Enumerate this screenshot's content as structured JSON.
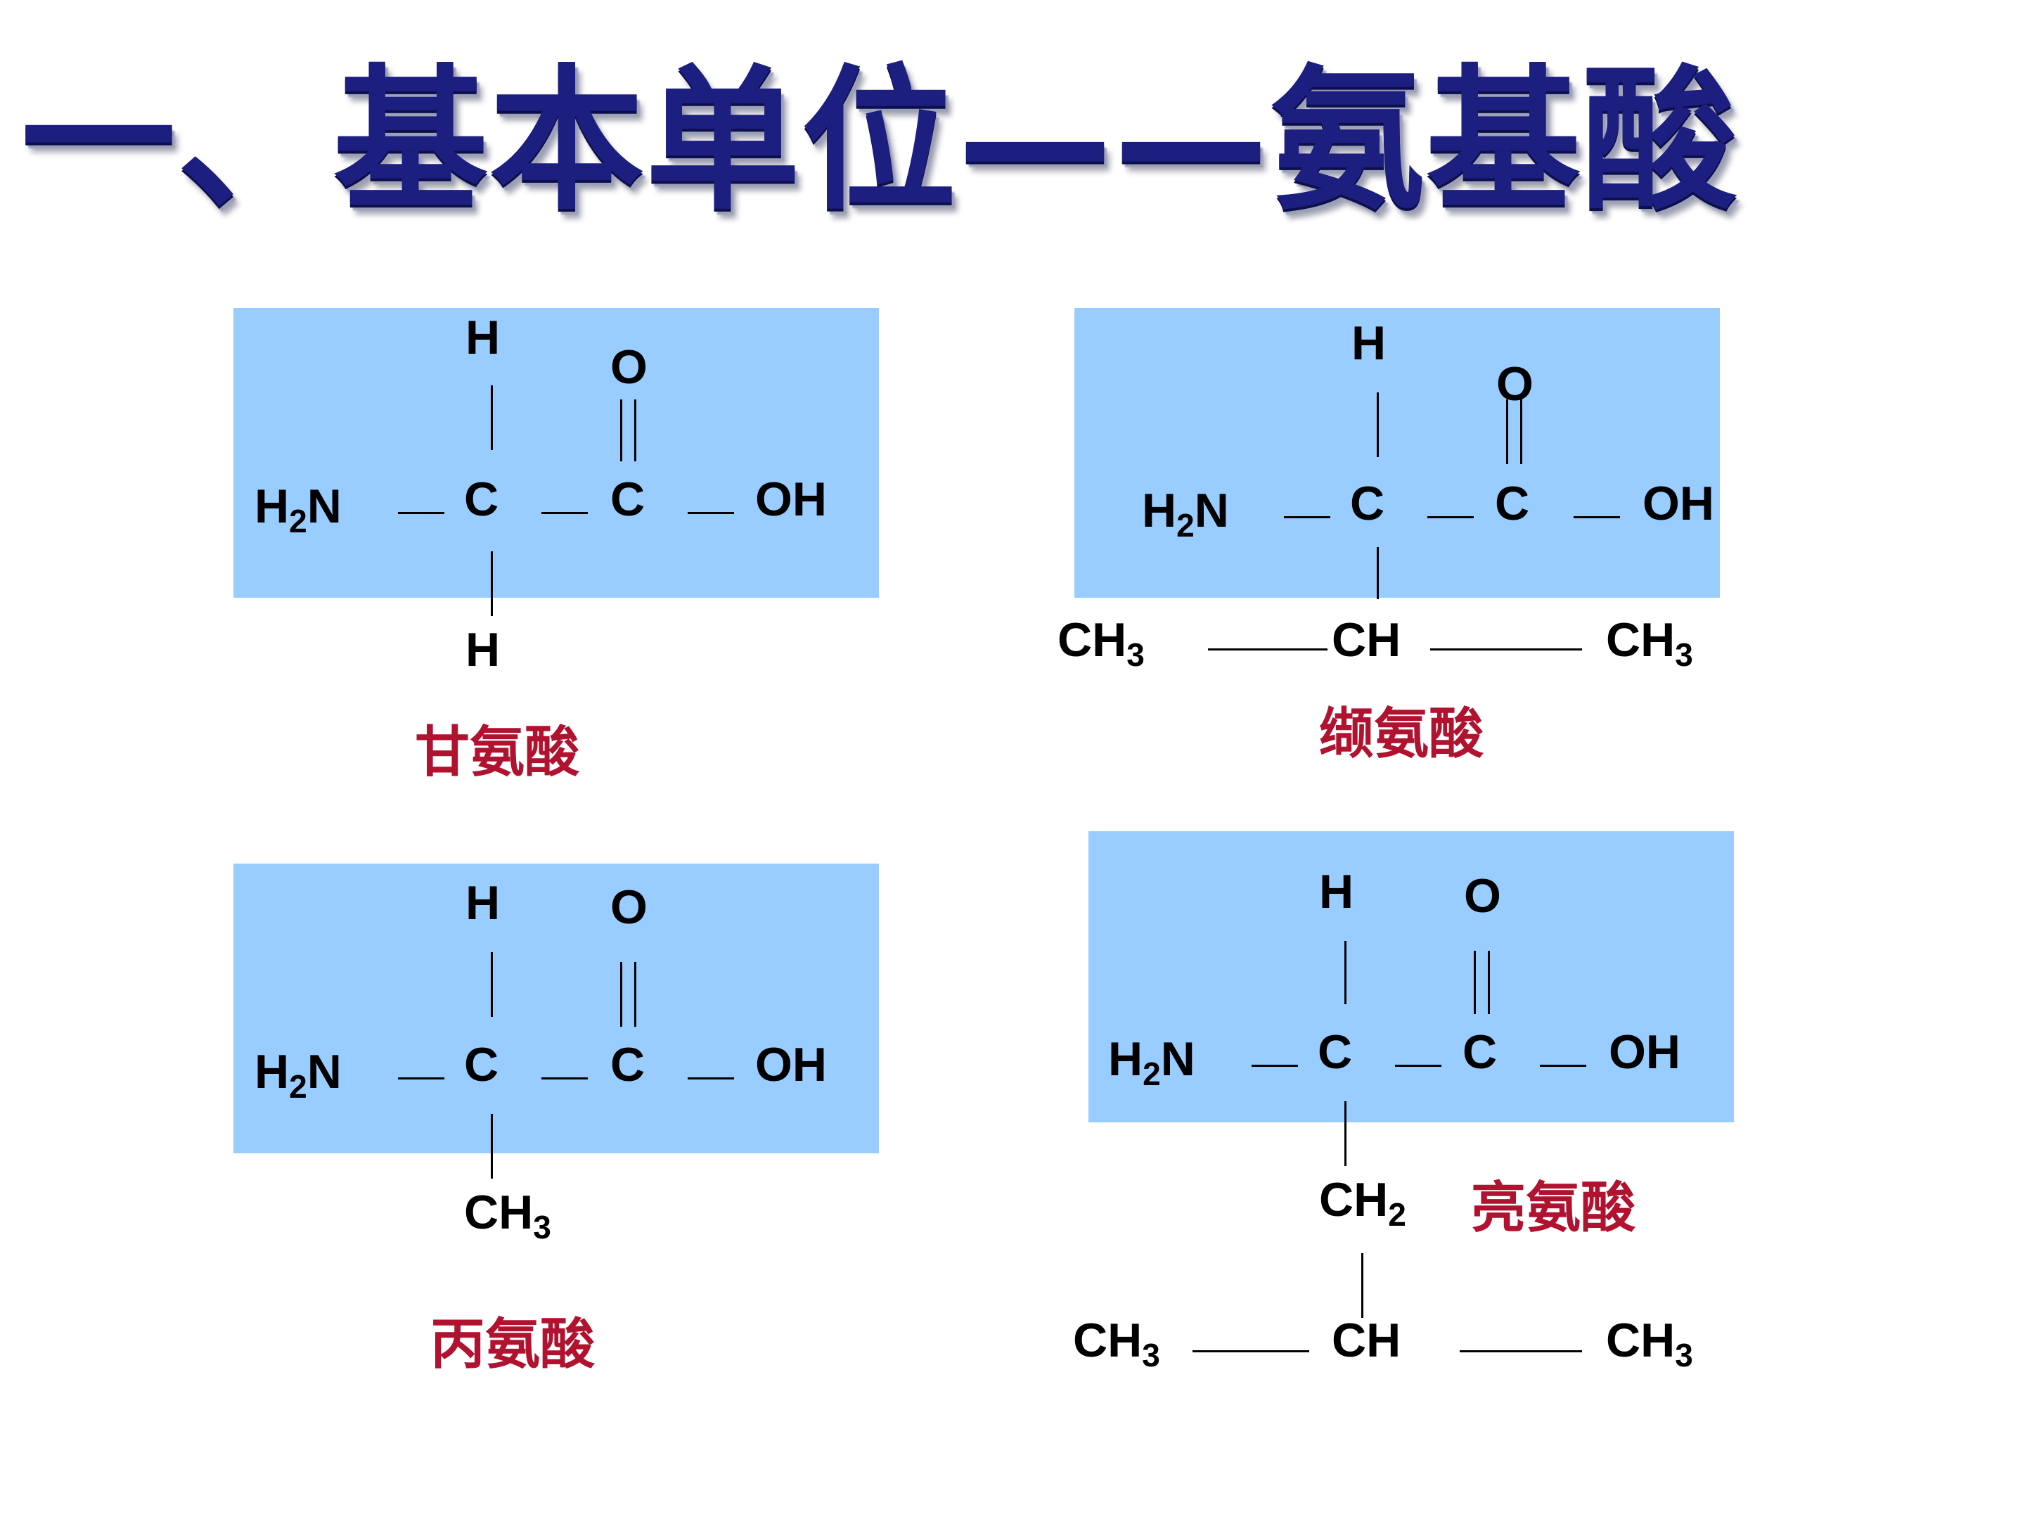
{
  "title": "一、基本单位——氨基酸",
  "atoms": {
    "h": "H",
    "o": "O",
    "c": "C",
    "n": "N",
    "oh": "OH",
    "ch": "CH",
    "two": "2",
    "three": "3"
  },
  "molecules": {
    "glycine": {
      "name": "甘氨酸"
    },
    "valine": {
      "name": "缬氨酸"
    },
    "alanine": {
      "name": "丙氨酸"
    },
    "leucine": {
      "name": "亮氨酸"
    }
  },
  "colors": {
    "box_fill": "#99ccff",
    "name_text": "#b0122f",
    "title_text": "#1c1f80"
  }
}
